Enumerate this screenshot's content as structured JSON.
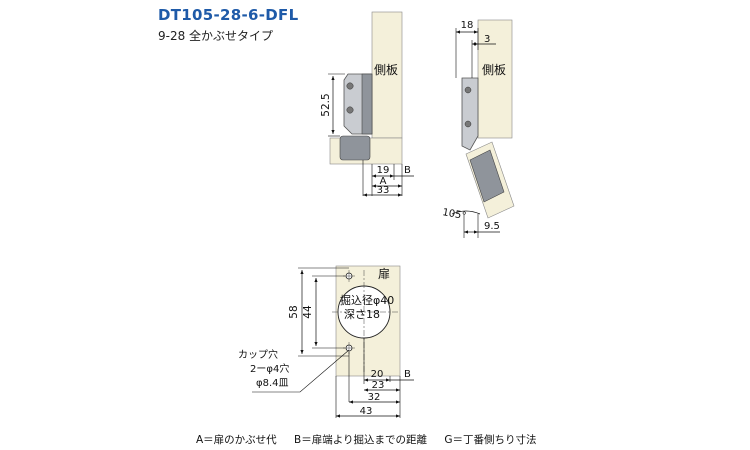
{
  "header": {
    "title": "DT105-28-6-DFL",
    "subtitle": "9-28 全かぶせタイプ"
  },
  "views": {
    "front": {
      "panel_label": "側板",
      "dim_vertical": "52.5",
      "dim_19": "19",
      "label_A": "A",
      "label_B": "B",
      "dim_33": "33"
    },
    "open": {
      "panel_label": "側板",
      "dim_18": "18",
      "dim_3": "3",
      "angle": "105°",
      "dim_9_5": "9.5"
    },
    "door": {
      "door_label": "扉",
      "bore_line1": "掘込径φ40",
      "bore_line2": "深さ18",
      "cup_note_1": "カップ穴",
      "cup_note_2": "2ーφ4穴",
      "cup_note_3": "φ8.4皿",
      "dim_58": "58",
      "dim_44": "44",
      "dim_20": "20",
      "dim_23": "23",
      "dim_32": "32",
      "dim_43": "43",
      "label_B": "B"
    }
  },
  "legend": {
    "a": "A＝扉のかぶせ代",
    "b": "B＝扉端より掘込までの距離",
    "g": "G＝丁番側ちり寸法"
  },
  "colors": {
    "title": "#1e5aa8",
    "panel": "#f4f0da",
    "metal_dark": "#8f949b",
    "metal_light": "#c9ccd1",
    "line": "#111111"
  }
}
